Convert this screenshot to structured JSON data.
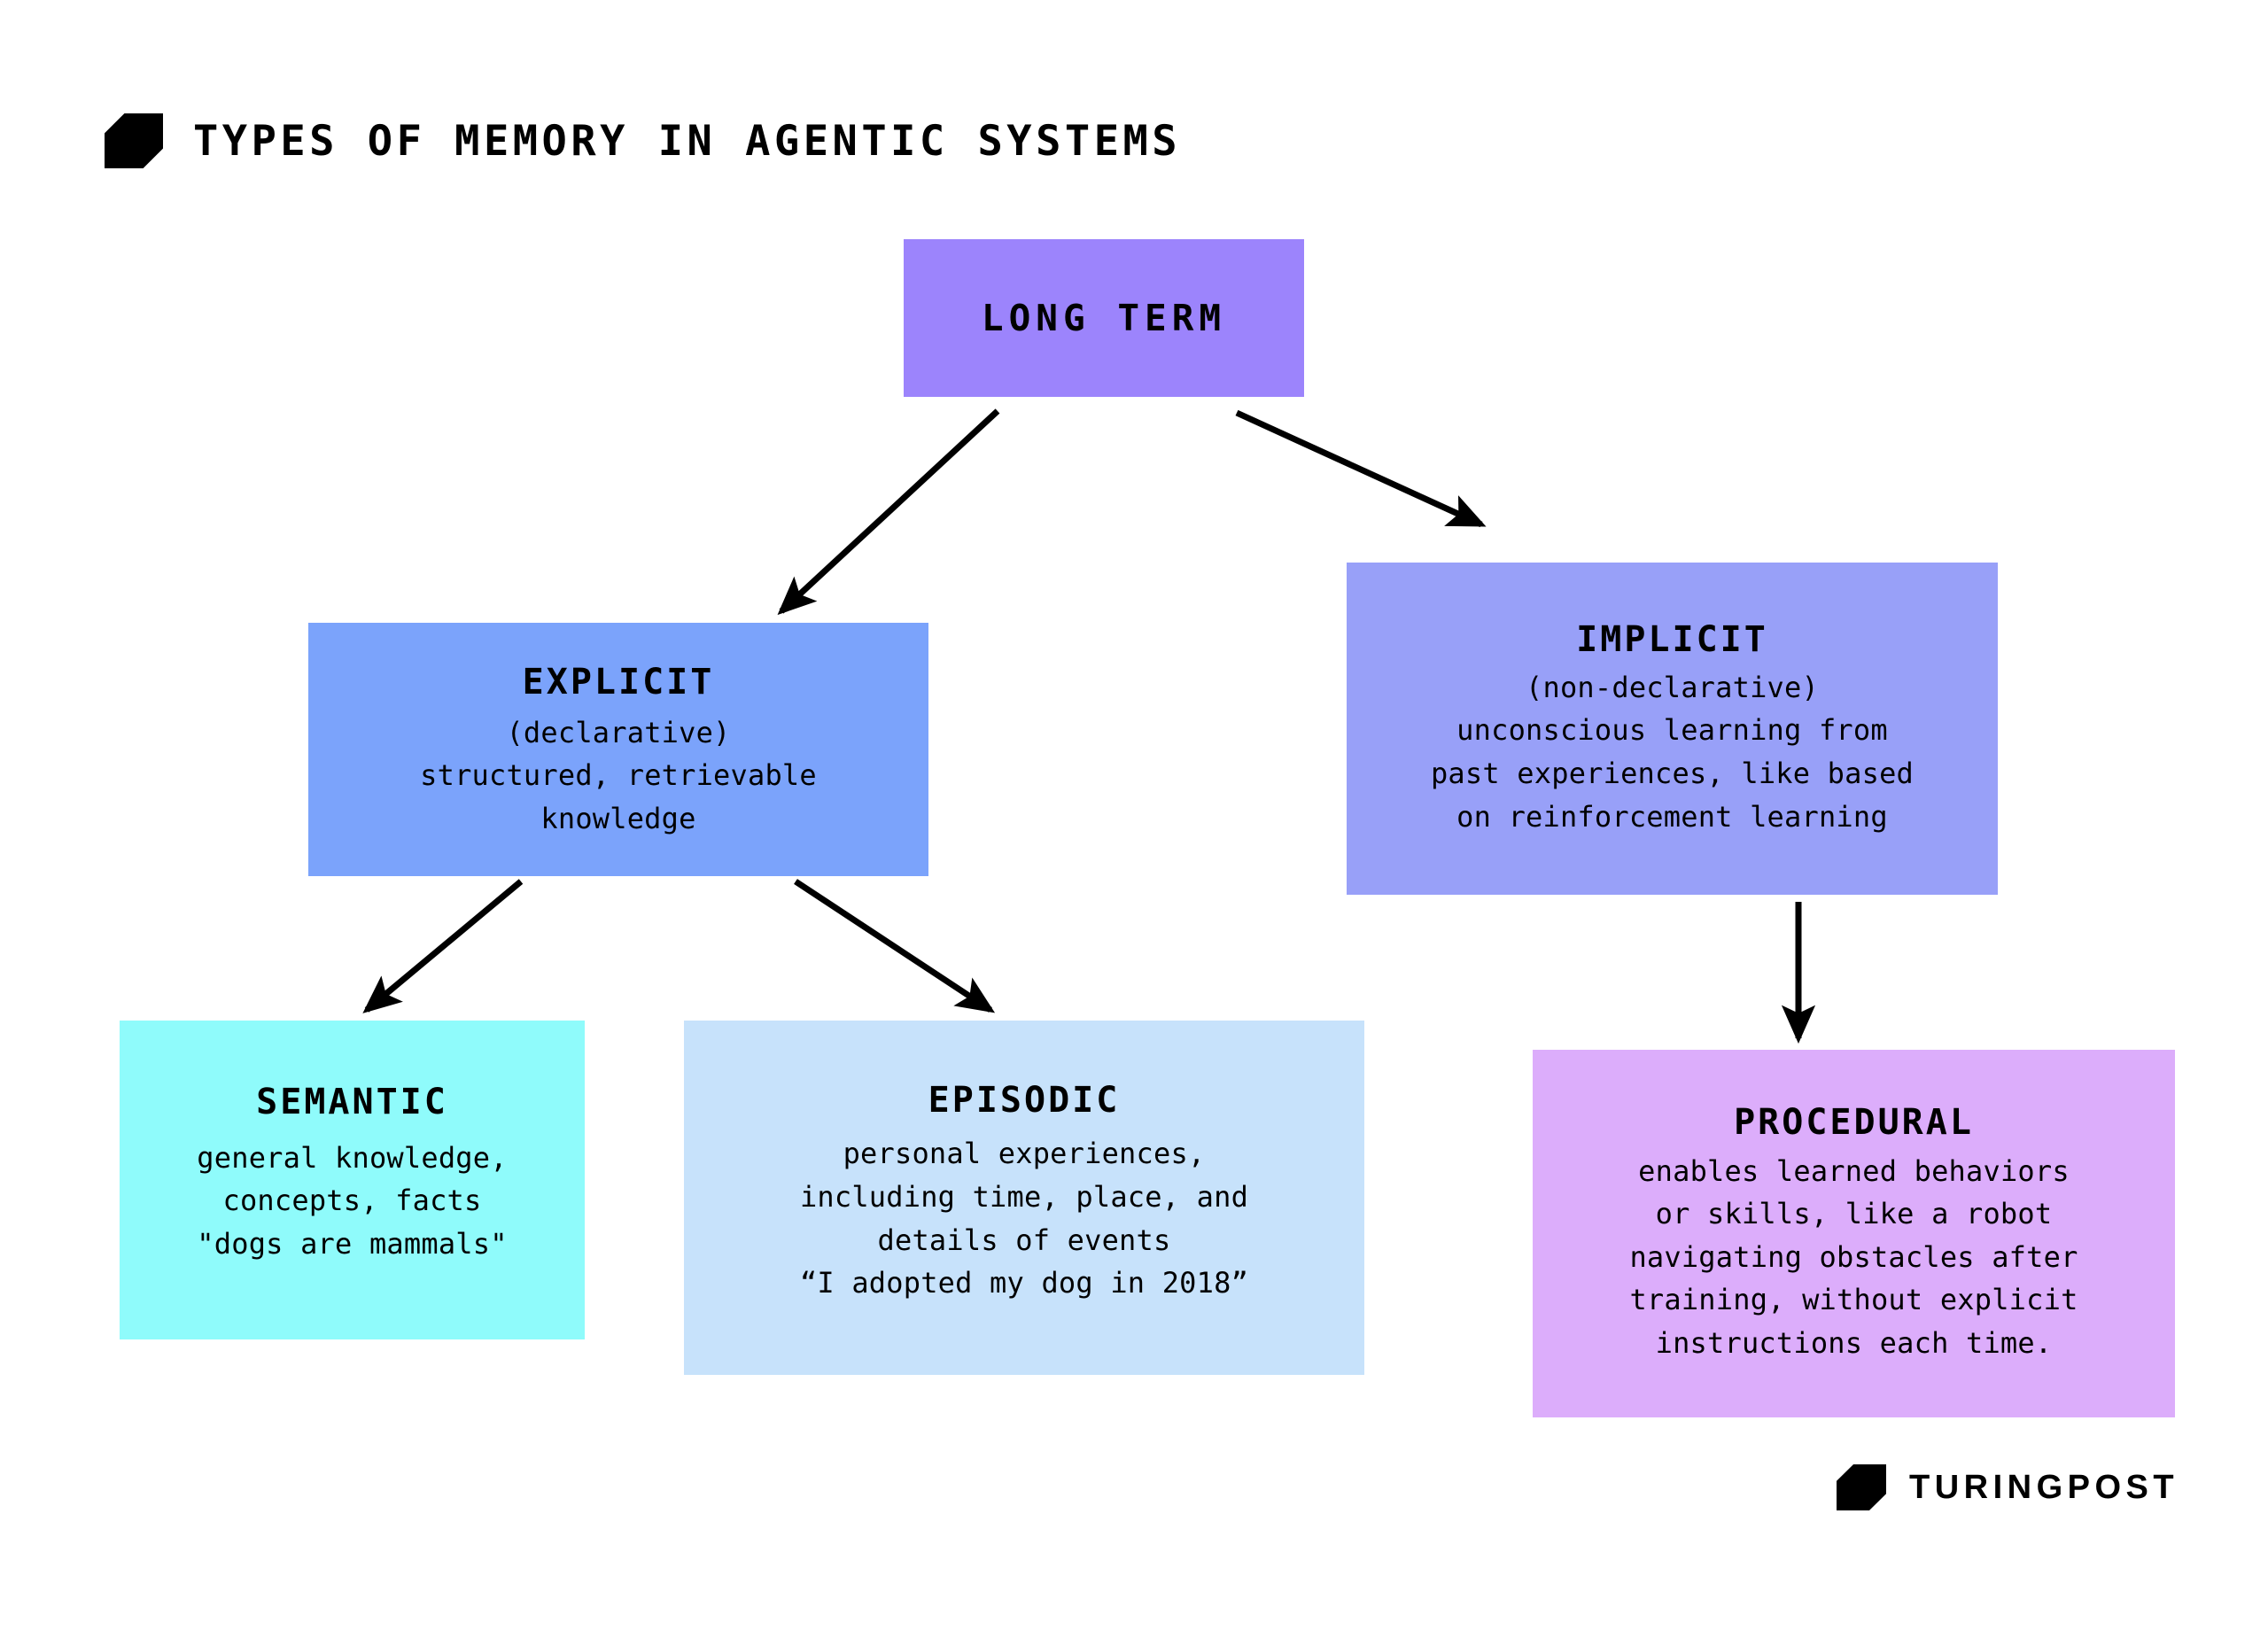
{
  "header": {
    "logo_icon": "turingpost-hexagon-logo-icon",
    "title": "TYPES OF MEMORY IN AGENTIC SYSTEMS"
  },
  "diagram": {
    "type": "hierarchy-tree",
    "background": "#ffffff",
    "nodes": [
      {
        "id": "long-term",
        "title": "LONG TERM",
        "subtitle": "",
        "body_lines": [],
        "color": "#9c84fc"
      },
      {
        "id": "explicit",
        "title": "EXPLICIT",
        "body_lines": [
          "(declarative)",
          "structured, retrievable",
          "knowledge"
        ],
        "color": "#7ba3fb"
      },
      {
        "id": "implicit",
        "title": "IMPLICIT",
        "body_lines": [
          "(non-declarative)",
          "unconscious learning from",
          "past experiences, like based",
          "on reinforcement learning"
        ],
        "color": "#98a0f8"
      },
      {
        "id": "semantic",
        "title": "SEMANTIC",
        "body_lines": [
          "general knowledge,",
          "concepts, facts",
          "\"dogs are mammals\""
        ],
        "color": "#8ffbfb"
      },
      {
        "id": "episodic",
        "title": "EPISODIC",
        "body_lines": [
          "personal experiences,",
          "including time, place, and",
          "details of events",
          "“I adopted my dog in 2018”"
        ],
        "color": "#c7e2fb"
      },
      {
        "id": "procedural",
        "title": "PROCEDURAL",
        "body_lines": [
          "enables learned behaviors",
          "or skills, like a robot",
          "navigating obstacles after",
          "training, without explicit",
          "instructions each time."
        ],
        "color": "#dcadfb"
      }
    ],
    "edges": [
      {
        "from": "long-term",
        "to": "explicit",
        "style": "arrow"
      },
      {
        "from": "long-term",
        "to": "implicit",
        "style": "arrow"
      },
      {
        "from": "explicit",
        "to": "semantic",
        "style": "arrow"
      },
      {
        "from": "explicit",
        "to": "episodic",
        "style": "arrow"
      },
      {
        "from": "implicit",
        "to": "procedural",
        "style": "arrow"
      }
    ],
    "edge_color": "#000000"
  },
  "footer": {
    "logo_icon": "turingpost-hexagon-logo-icon",
    "wordmark": "TURINGPOST"
  }
}
